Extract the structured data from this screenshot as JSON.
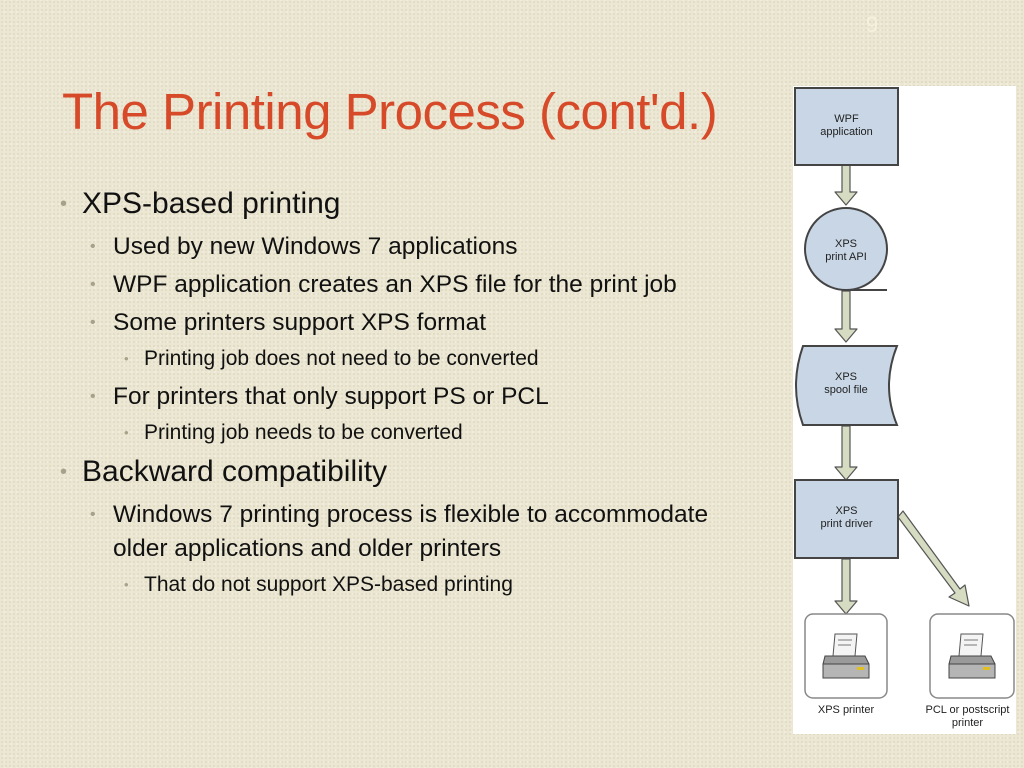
{
  "slide_number": "9",
  "title": "The Printing Process (cont'd.)",
  "bullets": [
    {
      "level": 1,
      "text": "XPS-based printing"
    },
    {
      "level": 2,
      "text": "Used by new Windows 7 applications"
    },
    {
      "level": 2,
      "text": "WPF application creates an XPS file for the print job"
    },
    {
      "level": 2,
      "text": "Some printers support XPS format"
    },
    {
      "level": 3,
      "text": "Printing job does not need to be converted"
    },
    {
      "level": 2,
      "text": "For printers that only support PS or PCL"
    },
    {
      "level": 3,
      "text": "Printing job needs to be converted"
    },
    {
      "level": 1,
      "text": "Backward compatibility"
    },
    {
      "level": 2,
      "text": "Windows 7 printing process is flexible to accommodate older applications and older printers"
    },
    {
      "level": 3,
      "text": "That do not support XPS-based printing"
    }
  ],
  "diagram": {
    "wpf_app": {
      "line1": "WPF",
      "line2": "application"
    },
    "print_api": {
      "line1": "XPS",
      "line2": "print API"
    },
    "spool_file": {
      "line1": "XPS",
      "line2": "spool file"
    },
    "print_driver": {
      "line1": "XPS",
      "line2": "print driver"
    },
    "xps_printer": "XPS printer",
    "pcl_printer": {
      "line1": "PCL or postscript",
      "line2": "printer"
    }
  },
  "colors": {
    "title": "#d64a2a",
    "bullet": "#a7a18a",
    "box_fill": "#c8d6e6",
    "arrow_fill": "#d6dcc2"
  }
}
